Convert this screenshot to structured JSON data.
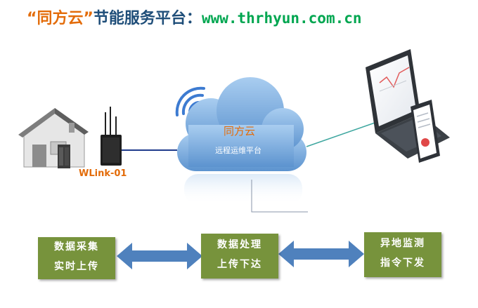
{
  "header": {
    "brand": "“同方云”",
    "subtitle": "节能服务平台：",
    "url": "www.thrhyun.com.cn"
  },
  "cloud": {
    "name": "同方云",
    "subtitle": "远程运维平台"
  },
  "device": {
    "label": "WLink-01"
  },
  "boxes": [
    {
      "line1": "数据采集",
      "line2": "实时上传"
    },
    {
      "line1": "数据处理",
      "line2": "上传下达"
    },
    {
      "line1": "异地监测",
      "line2": "指令下发"
    }
  ],
  "colors": {
    "brand": "#e36c0a",
    "title": "#1f4e79",
    "url": "#00a650",
    "box": "#77933c",
    "arrow": "#4f81bd",
    "cloud": "#6fa8dc"
  }
}
